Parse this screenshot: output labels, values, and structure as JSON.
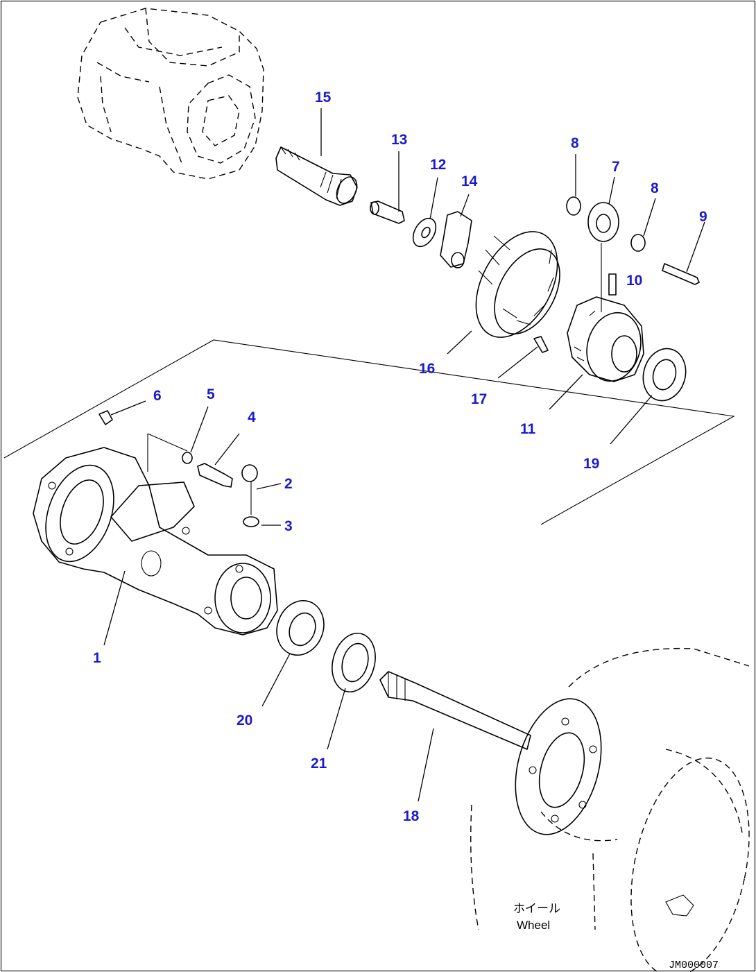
{
  "callouts": {
    "p1": "1",
    "p2": "2",
    "p3": "3",
    "p4": "4",
    "p5": "5",
    "p6": "6",
    "p7": "7",
    "p8a": "8",
    "p8b": "8",
    "p9": "9",
    "p10": "10",
    "p11": "11",
    "p12": "12",
    "p13": "13",
    "p14": "14",
    "p15": "15",
    "p16": "16",
    "p17": "17",
    "p18": "18",
    "p19": "19",
    "p20": "20",
    "p21": "21"
  },
  "wheel_label_jp": "ホイール",
  "wheel_label_en": "Wheel",
  "drawing_code": "JM000007",
  "colors": {
    "callout": "#1a1acc",
    "line": "#000000",
    "background": "#ffffff"
  }
}
